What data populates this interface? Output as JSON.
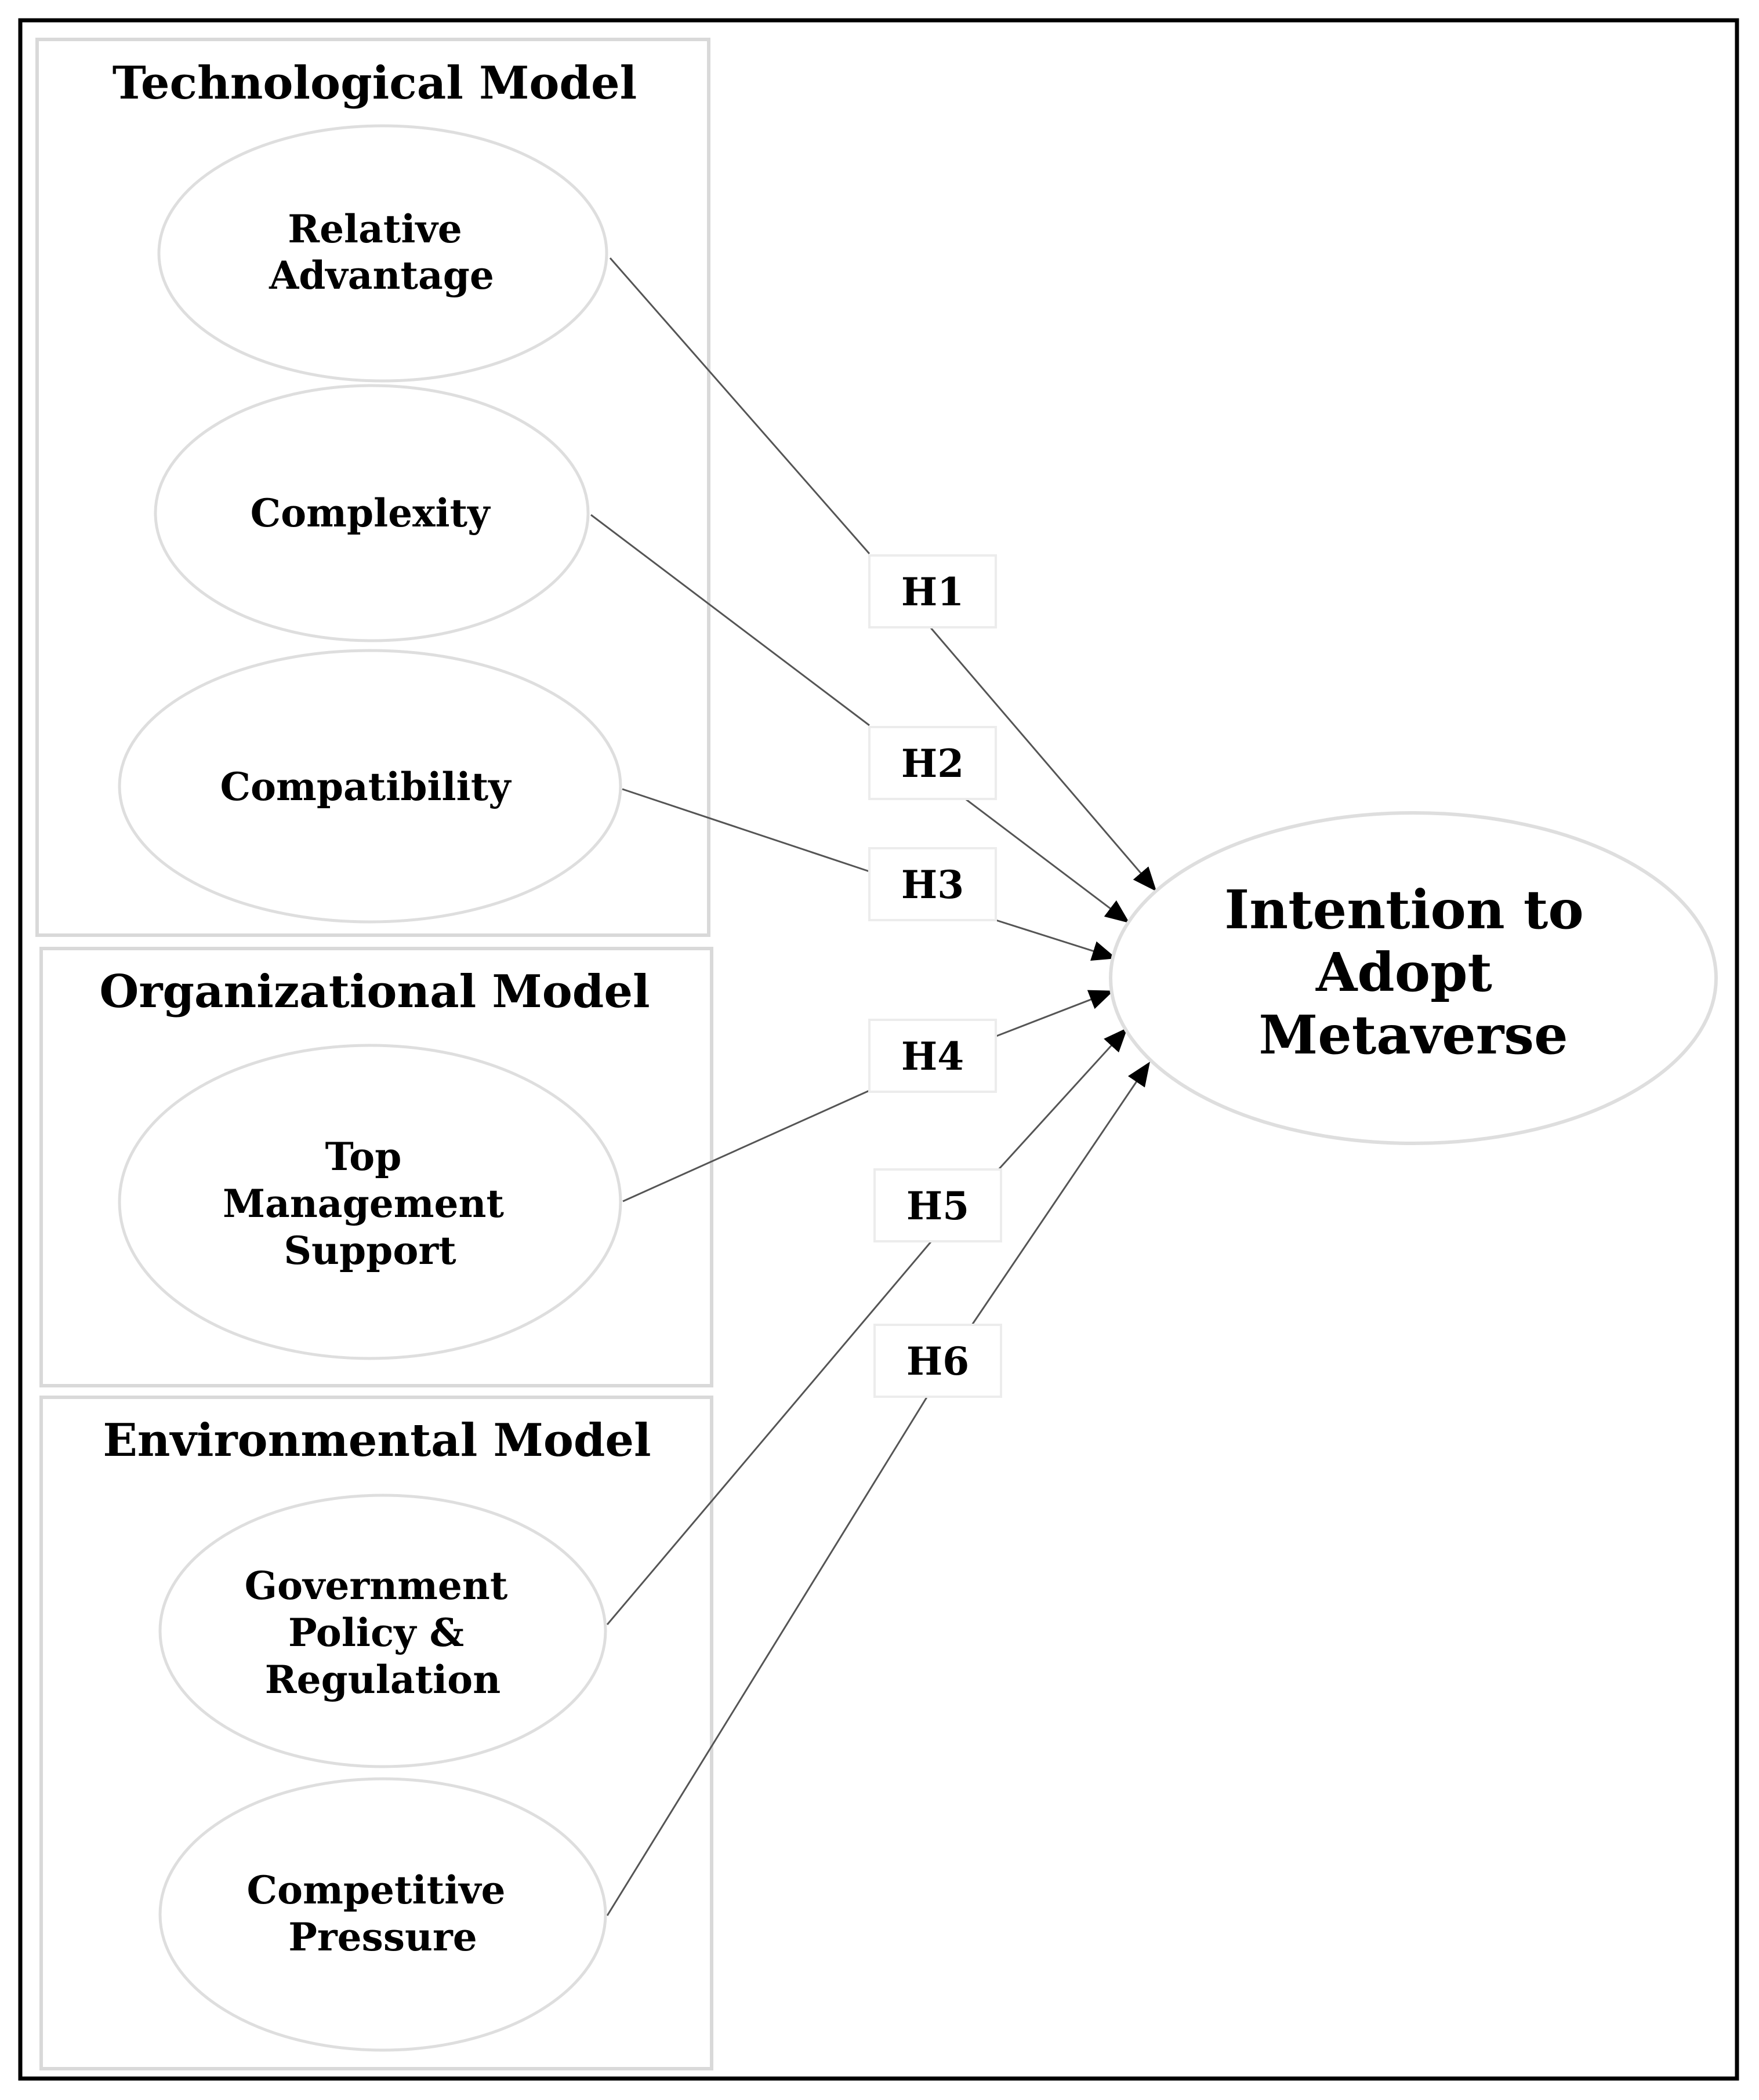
{
  "groups": {
    "technological": {
      "title": "Technological Model"
    },
    "organizational": {
      "title": "Organizational Model"
    },
    "environmental": {
      "title": "Environmental Model"
    }
  },
  "constructs": {
    "relative_advantage": {
      "lines": [
        "Relative",
        "Advantage"
      ]
    },
    "complexity": {
      "lines": [
        "Complexity"
      ]
    },
    "compatibility": {
      "lines": [
        "Compatibility"
      ]
    },
    "top_management_support": {
      "lines": [
        "Top",
        "Management",
        "Support"
      ]
    },
    "government_policy": {
      "lines": [
        "Government",
        "Policy &",
        "Regulation"
      ]
    },
    "competitive_pressure": {
      "lines": [
        "Competitive",
        "Pressure"
      ]
    }
  },
  "target": {
    "lines": [
      "Intention to",
      "Adopt",
      "Metaverse"
    ]
  },
  "hypotheses": [
    {
      "label": "H1",
      "from": "relative_advantage"
    },
    {
      "label": "H2",
      "from": "complexity"
    },
    {
      "label": "H3",
      "from": "compatibility"
    },
    {
      "label": "H4",
      "from": "top_management_support"
    },
    {
      "label": "H5",
      "from": "government_policy"
    },
    {
      "label": "H6",
      "from": "competitive_pressure"
    }
  ]
}
